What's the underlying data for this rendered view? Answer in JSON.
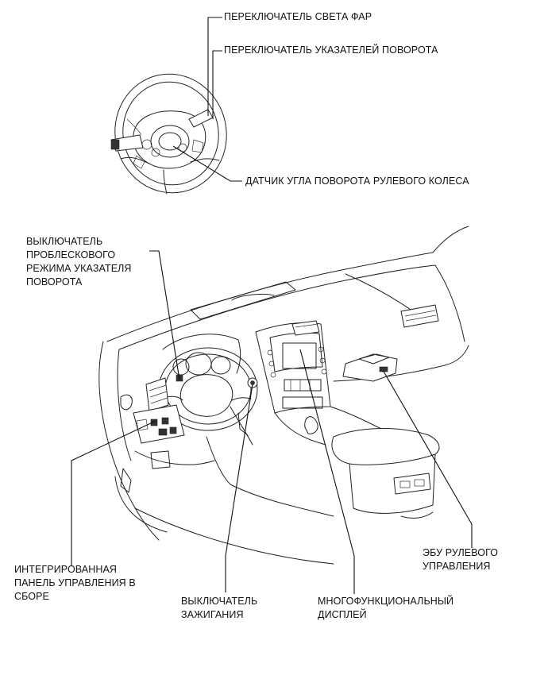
{
  "labels": {
    "headlight_switch": "ПЕРЕКЛЮЧАТЕЛЬ СВЕТА ФАР",
    "turn_signal_switch": "ПЕРЕКЛЮЧАТЕЛЬ УКАЗАТЕЛЕЙ ПОВОРОТА",
    "steering_angle_sensor": "ДАТЧИК УГЛА ПОВОРОТА РУЛЕВОГО КОЛЕСА",
    "hazard_switch": [
      "ВЫКЛЮЧАТЕЛЬ",
      "ПРОБЛЕСКОВОГО",
      "РЕЖИМА УКАЗАТЕЛЯ",
      "ПОВОРОТА"
    ],
    "integrated_panel": [
      "ИНТЕГРИРОВАННАЯ",
      "ПАНЕЛЬ УПРАВЛЕНИЯ В",
      "СБОРЕ"
    ],
    "ignition_switch": [
      "ВЫКЛЮЧАТЕЛЬ",
      "ЗАЖИГАНИЯ"
    ],
    "multi_display": [
      "МНОГОФУНКЦИОНАЛЬНЫЙ",
      "ДИСПЛЕЙ"
    ],
    "steering_ecu": [
      "ЭБУ РУЛЕВОГО",
      "УПРАВЛЕНИЯ"
    ]
  }
}
